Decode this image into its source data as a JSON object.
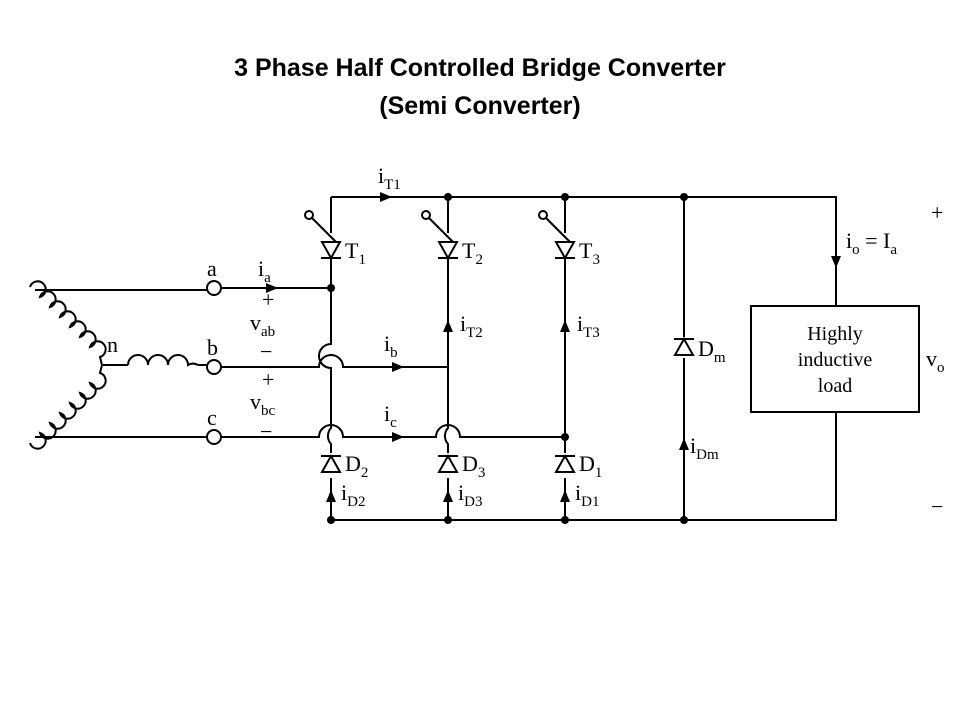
{
  "title": {
    "line1": "3 Phase Half Controlled Bridge Converter",
    "line2": "(Semi Converter)"
  },
  "circuit": {
    "phases": {
      "a": "a",
      "b": "b",
      "c": "c",
      "n": "n"
    },
    "currents": {
      "iT1": {
        "i": "i",
        "sub": "T1"
      },
      "ia": {
        "i": "i",
        "sub": "a"
      },
      "ib": {
        "i": "i",
        "sub": "b"
      },
      "ic": {
        "i": "i",
        "sub": "c"
      },
      "iT2": {
        "i": "i",
        "sub": "T2"
      },
      "iT3": {
        "i": "i",
        "sub": "T3"
      },
      "iD2": {
        "i": "i",
        "sub": "D2"
      },
      "iD3": {
        "i": "i",
        "sub": "D3"
      },
      "iD1": {
        "i": "i",
        "sub": "D1"
      },
      "iDm": {
        "i": "i",
        "sub": "Dm"
      },
      "io": {
        "i": "i",
        "sub": "o",
        "eq": " = I",
        "eq_sub": "a"
      }
    },
    "voltages": {
      "vab": {
        "v": "v",
        "sub": "ab",
        "plus": "+",
        "minus": "−"
      },
      "vbc": {
        "v": "v",
        "sub": "bc",
        "plus": "+",
        "minus": "−"
      },
      "vo": {
        "v": "v",
        "sub": "o",
        "plus": "+",
        "minus": "−"
      }
    },
    "devices": {
      "T1": {
        "name": "T",
        "sub": "1"
      },
      "T2": {
        "name": "T",
        "sub": "2"
      },
      "T3": {
        "name": "T",
        "sub": "3"
      },
      "D1": {
        "name": "D",
        "sub": "1"
      },
      "D2": {
        "name": "D",
        "sub": "2"
      },
      "D3": {
        "name": "D",
        "sub": "3"
      },
      "Dm": {
        "name": "D",
        "sub": "m"
      }
    },
    "load": {
      "line1": "Highly",
      "line2": "inductive",
      "line3": "load"
    }
  }
}
